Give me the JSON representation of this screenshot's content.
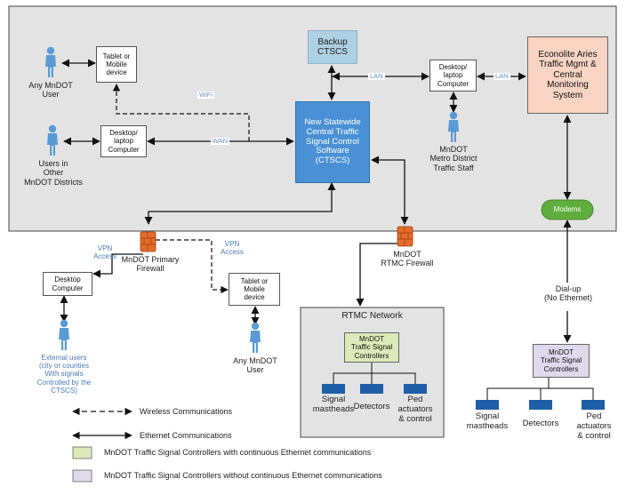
{
  "nodes": {
    "backup": "Backup\nCTSCS",
    "ctscs": "New Statewide\nCentral Traffic\nSignal Control\nSoftware\n(CTSCS)",
    "aries": "Econolite Aries\nTraffic Mgmt &\nCentral\nMonitoring\nSystem",
    "modems": "Modems",
    "tablet_top": "Tablet or\nMobile\ndevice",
    "desktop_left": "Desktop/\nlaptop\nComputer",
    "desktop_metro": "Desktop/\nlaptop\nComputer",
    "desktop_ext": "Desktop\nComputer",
    "tablet_bottom": "Tablet or\nMobile\ndevice",
    "rtmc_controllers": "MnDOT\nTraffic Signal\nControllers",
    "dialup_controllers": "MnDOT\nTraffic Signal\nControllers"
  },
  "users": {
    "any_top": "Any MnDOT\nUser",
    "other_districts": "Users in\nOther\nMnDOT Districts",
    "metro_staff": "MnDOT\nMetro District\nTraffic Staff",
    "external": "External users\n(city or counties\nWith signals\nControlled by the\nCTSCS)",
    "any_bottom": "Any MnDOT\nUser"
  },
  "links": {
    "wifi": "WiFi",
    "wan": "WAN",
    "lan_left": "LAN",
    "lan_right": "LAN",
    "vpn_left": "VPN\nAccess",
    "vpn_right": "VPN\nAccess",
    "dialup": "Dial-up\n(No Ethernet)"
  },
  "firewalls": {
    "primary": "MnDOT Primary\nFirewall",
    "rtmc": "MnDOT\nRTMC Firewall"
  },
  "rtmc_network": {
    "title": "RTMC Network",
    "devices": [
      "Signal\nmastheads",
      "Detectors",
      "Ped\nactuators\n& control"
    ]
  },
  "dialup_devices": [
    "Signal\nmastheads",
    "Detectors",
    "Ped\nactuators\n& control"
  ],
  "legend": {
    "wireless": "Wireless Communications",
    "ethernet": "Ethernet Communications",
    "green": "MnDOT Traffic Signal Controllers with continuous Ethernet communications",
    "purple": "MnDOT Traffic Signal Controllers without continuous Ethernet communications"
  },
  "colors": {
    "region_fill": "#e3e3e3",
    "ctscs": "#4a90d4",
    "backup": "#aed0e3",
    "aries": "#f9d4c3",
    "modems": "#5fae3d",
    "green_controller": "#dce9b9",
    "purple_controller": "#dedaec",
    "user_icon": "#5b9bd5",
    "device": "#1f5fa8",
    "firewall": "#e36b2c"
  }
}
